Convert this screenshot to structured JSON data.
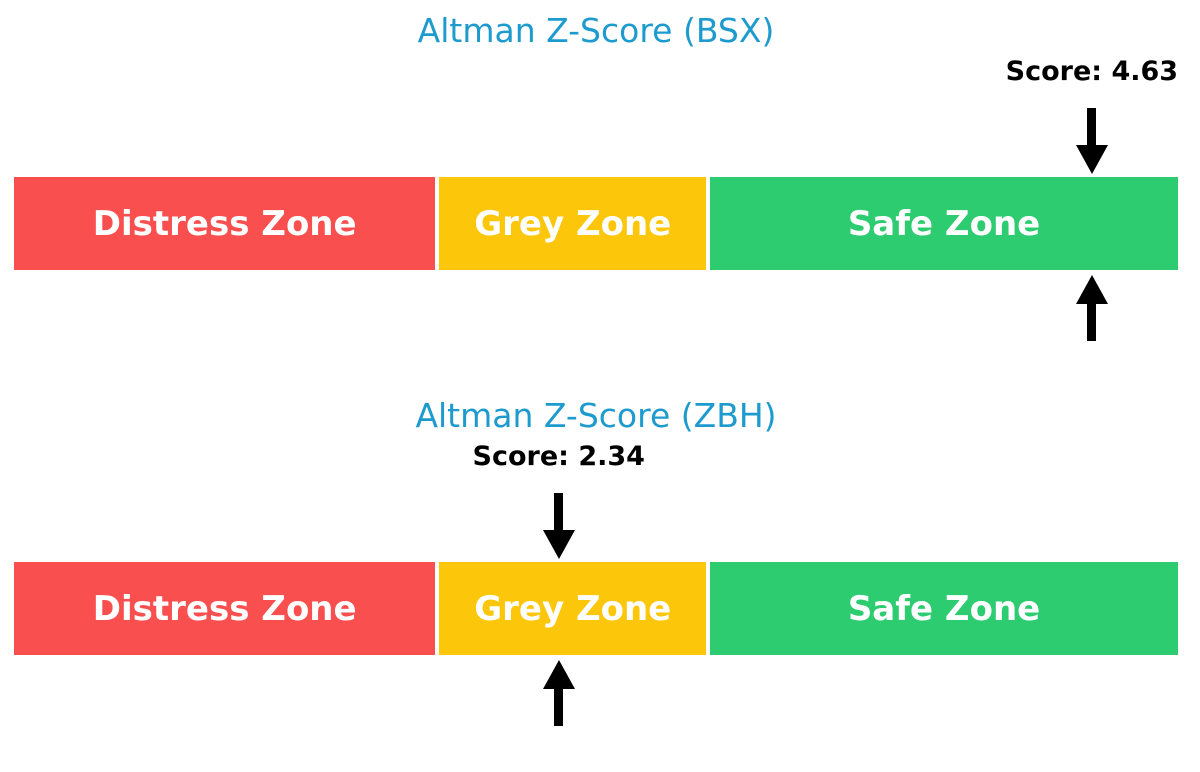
{
  "figure": {
    "background": "#ffffff",
    "text_color": "#000000",
    "arrow_color": "#000000"
  },
  "chart_data": [
    {
      "type": "bar",
      "variant": "zone-indicator",
      "title": "Altman Z-Score (BSX)",
      "ticker": "BSX",
      "title_color": "#1e9bce",
      "score": 4.63,
      "score_label": "Score: 4.63",
      "axis_min": 0,
      "axis_max": 5,
      "legend": "none",
      "grid": false,
      "zones": [
        {
          "label": "Distress Zone",
          "start": 0,
          "end": 1.81,
          "color": "#f94f4f"
        },
        {
          "label": "Grey Zone",
          "start": 1.81,
          "end": 2.99,
          "color": "#fcc60a"
        },
        {
          "label": "Safe Zone",
          "start": 2.99,
          "end": 5,
          "color": "#2ecc71"
        }
      ],
      "icons": {
        "above_bar": "arrow-down-icon",
        "below_bar": "arrow-up-icon"
      }
    },
    {
      "type": "bar",
      "variant": "zone-indicator",
      "title": "Altman Z-Score (ZBH)",
      "ticker": "ZBH",
      "title_color": "#1e9bce",
      "score": 2.34,
      "score_label": "Score: 2.34",
      "axis_min": 0,
      "axis_max": 5,
      "legend": "none",
      "grid": false,
      "zones": [
        {
          "label": "Distress Zone",
          "start": 0,
          "end": 1.81,
          "color": "#f94f4f"
        },
        {
          "label": "Grey Zone",
          "start": 1.81,
          "end": 2.99,
          "color": "#fcc60a"
        },
        {
          "label": "Safe Zone",
          "start": 2.99,
          "end": 5,
          "color": "#2ecc71"
        }
      ],
      "icons": {
        "above_bar": "arrow-down-icon",
        "below_bar": "arrow-up-icon"
      }
    }
  ]
}
